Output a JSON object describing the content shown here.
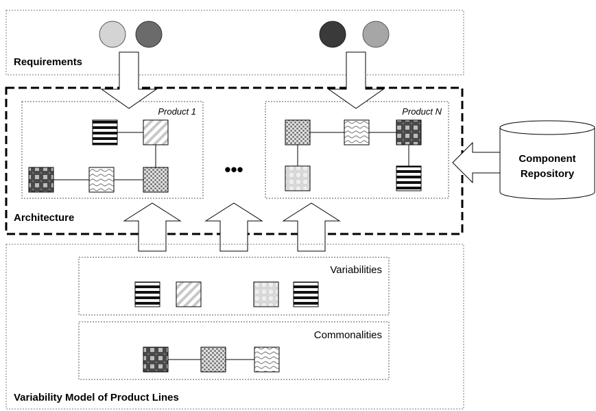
{
  "requirements": {
    "label": "Requirements"
  },
  "architecture": {
    "label": "Architecture"
  },
  "products": [
    {
      "label": "Product 1"
    },
    {
      "label": "Product N"
    }
  ],
  "ellipsis": "•••",
  "repository": {
    "line1": "Component",
    "line2": "Repository"
  },
  "variabilities": {
    "label": "Variabilities"
  },
  "commonalities": {
    "label": "Commonalities"
  },
  "variability_model": {
    "label": "Variability Model of Product Lines"
  },
  "colors": {
    "circle_light": "#d4d4d4",
    "circle_mid": "#6b6b6b",
    "circle_dark": "#3a3a3a",
    "circle_grey": "#a6a6a6"
  },
  "icons": [
    "striped-component-icon",
    "diagonal-component-icon",
    "checker-component-icon",
    "wave-component-icon",
    "dotted-component-icon",
    "bubble-component-icon"
  ]
}
